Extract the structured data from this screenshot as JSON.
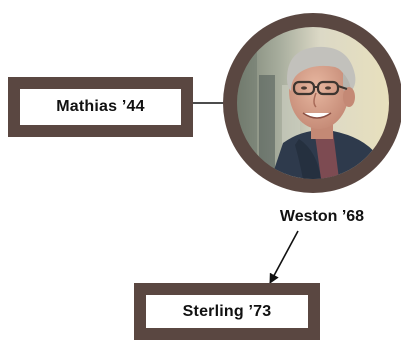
{
  "people": {
    "mathias": {
      "label": "Mathias ’44"
    },
    "weston": {
      "label": "Weston ’68"
    },
    "sterling": {
      "label": "Sterling ’73"
    }
  },
  "colors": {
    "frame": "#5a4741",
    "background": "#ffffff",
    "text": "#111111"
  }
}
